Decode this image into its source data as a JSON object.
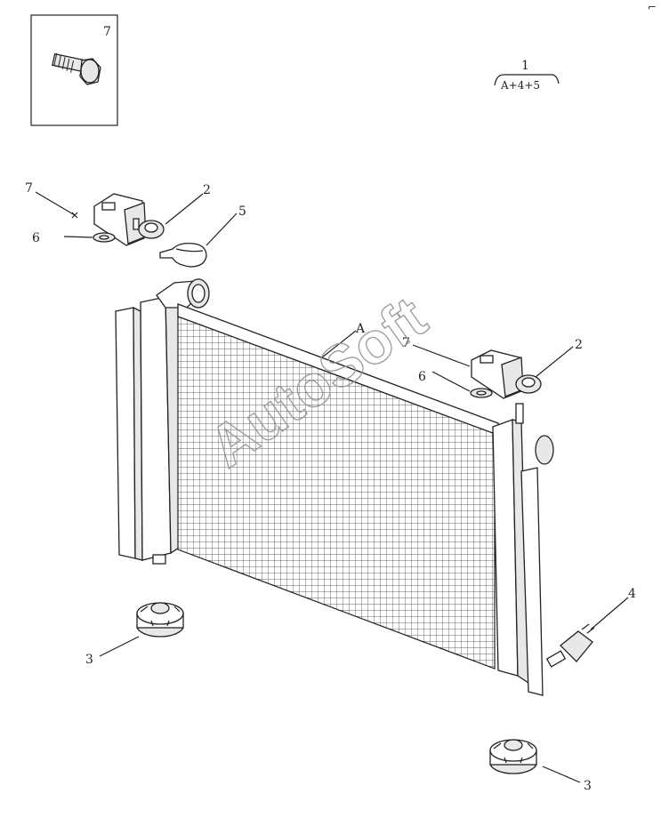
{
  "inset": {
    "label": "7"
  },
  "assembly": {
    "label": "1",
    "formula": "A+4+5"
  },
  "corner_mark": "⌐",
  "callouts": {
    "core": "A",
    "bracket_left": "2",
    "cap": "5",
    "bolt_left": "7",
    "washer_left": "6",
    "bracket_right": "2",
    "bolt_right": "7",
    "washer_right": "6",
    "drain_plug": "4",
    "mount_left": "3",
    "mount_right": "3"
  },
  "watermark": "AutoSoft"
}
